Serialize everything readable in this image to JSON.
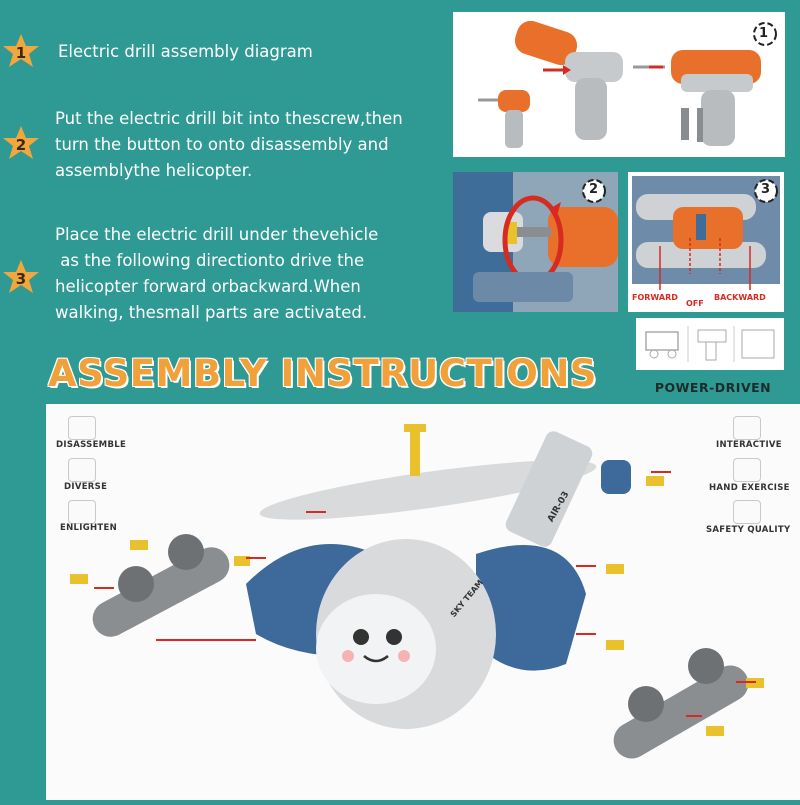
{
  "steps": [
    {
      "number": "1",
      "lines": [
        "Electric drill assembly diagram"
      ]
    },
    {
      "number": "2",
      "lines": [
        "Put the electric drill bit into thescrew,then",
        "turn the button to onto disassembly and",
        "assemblythe helicopter."
      ]
    },
    {
      "number": "3",
      "lines": [
        "Place the electric drill under thevehicle",
        " as the following directionto drive the",
        "helicopter forward orbackward.When",
        "walking, thesmall parts are activated."
      ]
    }
  ],
  "panels": {
    "panel1_badge": "1",
    "panel2_badge": "2",
    "panel3_badge": "3",
    "switch_labels": {
      "forward": "FORWARD",
      "off": "OFF",
      "backward": "BACKWARD"
    }
  },
  "headline": "ASSEMBLY INSTRUCTIONS",
  "power_label": "POWER-DRIVEN",
  "features_left": [
    "DISASSEMBLE",
    "DIVERSE",
    "ENLIGHTEN"
  ],
  "features_right": [
    "INTERACTIVE",
    "HAND EXERCISE",
    "SAFETY QUALITY"
  ],
  "toy_text": {
    "fin_tag": "AIR-03",
    "body_tag": "SKY TEAM"
  },
  "colors": {
    "background": "#2f9a94",
    "star": "#f2a63c",
    "headline": "#f0a13a",
    "arrow": "#d62b20",
    "toy_blue": "#3d6a9a",
    "toy_gray": "#d8dadc",
    "screw": "#e9c12c"
  }
}
